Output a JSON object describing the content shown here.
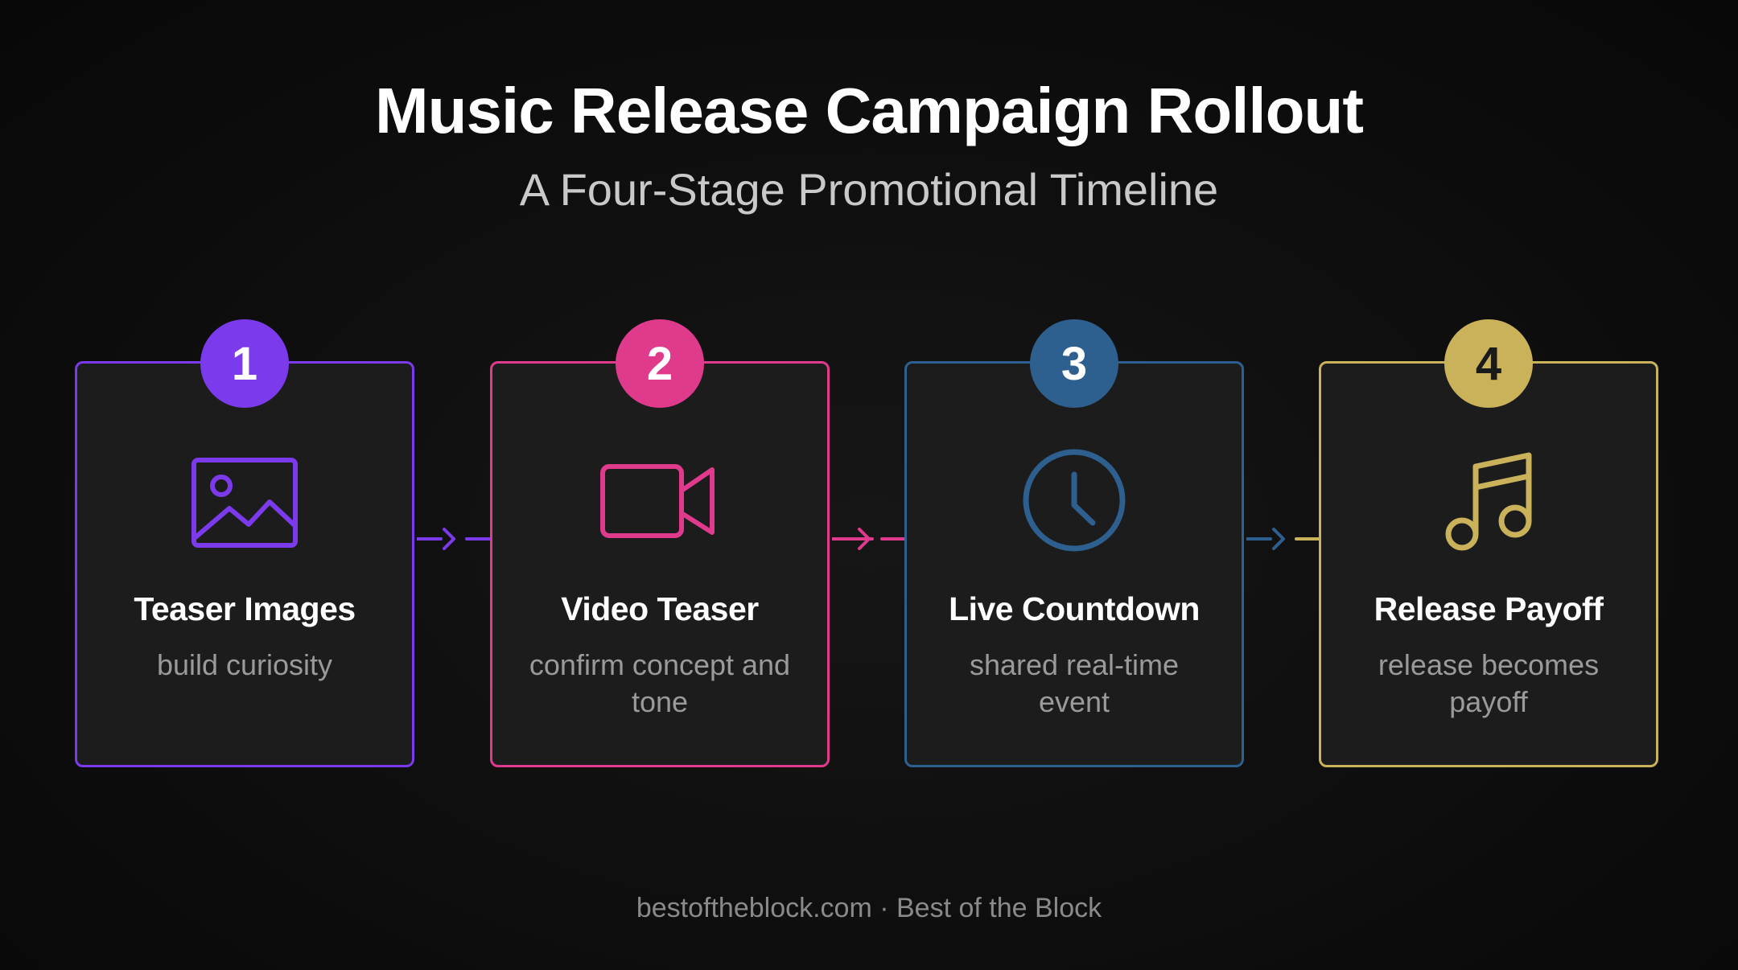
{
  "header": {
    "title": "Music Release Campaign Rollout",
    "subtitle": "A Four-Stage Promotional Timeline"
  },
  "stages": [
    {
      "number": "1",
      "title": "Teaser Images",
      "description": "build curiosity",
      "icon": "image-icon",
      "color": "#7c3aed"
    },
    {
      "number": "2",
      "title": "Video Teaser",
      "description": "confirm concept and tone",
      "icon": "video-camera-icon",
      "color": "#e03a8c"
    },
    {
      "number": "3",
      "title": "Live Countdown",
      "description": "shared real-time event",
      "icon": "clock-icon",
      "color": "#2d5f8f"
    },
    {
      "number": "4",
      "title": "Release Payoff",
      "description": "release becomes payoff",
      "icon": "music-note-icon",
      "color": "#c9b25a"
    }
  ],
  "footer": {
    "text": "bestoftheblock.com · Best of the Block"
  }
}
